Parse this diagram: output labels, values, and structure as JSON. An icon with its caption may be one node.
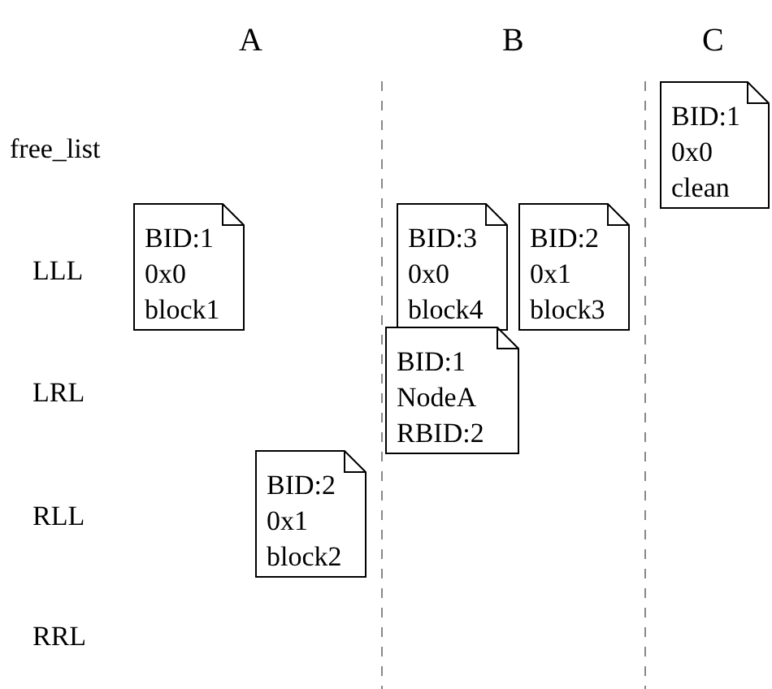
{
  "diagram": {
    "nodes": [
      {
        "text": [
          "BID:1",
          "0x0",
          "clean"
        ]
      },
      {
        "text": [
          "BID:1",
          "0x0",
          "block1"
        ]
      },
      {
        "text": [
          "BID:3",
          "0x0",
          "block4"
        ]
      },
      {
        "text": [
          "BID:2",
          "0x1",
          "block3"
        ]
      },
      {
        "text": [
          "BID:1",
          "NodeA",
          "RBID:2"
        ]
      },
      {
        "text": [
          "BID:2",
          "0x1",
          "block2"
        ]
      }
    ],
    "labels": [
      "A",
      "B",
      "C",
      "free_list",
      "LLL",
      "LRL",
      "RLL",
      "RRL"
    ]
  }
}
